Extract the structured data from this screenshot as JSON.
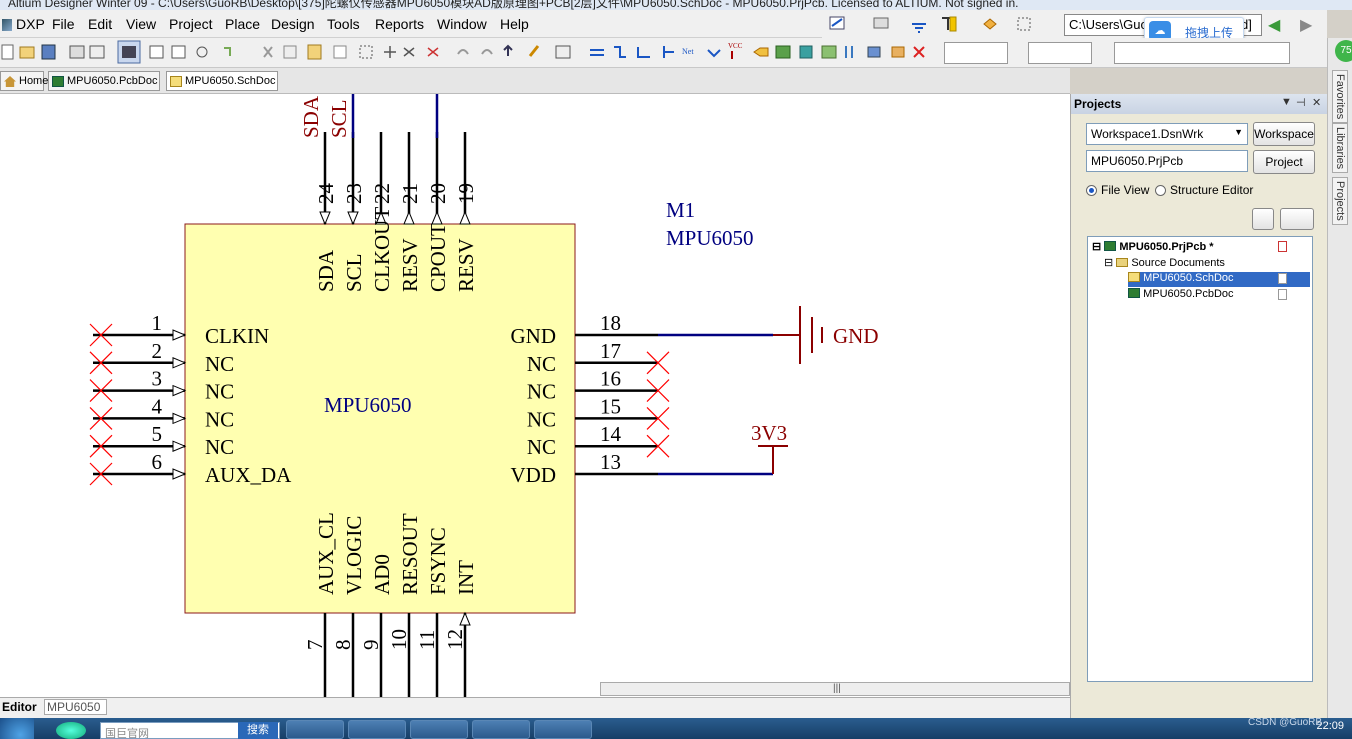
{
  "window": {
    "title": "Altium Designer Winter 09 - C:\\Users\\GuoRB\\Desktop\\[375]陀螺仪传感器MPU6050模块AD版原理图+PCB[2层]文件\\MPU6050.SchDoc - MPU6050.PrjPcb. Licensed to ALTIUM. Not signed in."
  },
  "menu": {
    "items": [
      "DXP",
      "File",
      "Edit",
      "View",
      "Project",
      "Place",
      "Design",
      "Tools",
      "Reports",
      "Window",
      "Help"
    ]
  },
  "nav": {
    "path": "C:\\Users\\Guo",
    "upload_label": "拖拽上传",
    "path_suffix": "d]"
  },
  "doc_tabs": [
    "Home",
    "MPU6050.PcbDoc",
    "MPU6050.SchDoc"
  ],
  "schematic": {
    "designator": "M1",
    "comment": "MPU6050",
    "body_label": "MPU6050",
    "top_pins": [
      {
        "num": "24",
        "name": "SDA"
      },
      {
        "num": "23",
        "name": "SCL"
      },
      {
        "num": "22",
        "name": "CLKOUT"
      },
      {
        "num": "21",
        "name": "RESV"
      },
      {
        "num": "20",
        "name": "CPOUT"
      },
      {
        "num": "19",
        "name": "RESV"
      }
    ],
    "left_pins": [
      {
        "num": "1",
        "name": "CLKIN"
      },
      {
        "num": "2",
        "name": "NC"
      },
      {
        "num": "3",
        "name": "NC"
      },
      {
        "num": "4",
        "name": "NC"
      },
      {
        "num": "5",
        "name": "NC"
      },
      {
        "num": "6",
        "name": "AUX_DA"
      }
    ],
    "right_pins": [
      {
        "num": "18",
        "name": "GND"
      },
      {
        "num": "17",
        "name": "NC"
      },
      {
        "num": "16",
        "name": "NC"
      },
      {
        "num": "15",
        "name": "NC"
      },
      {
        "num": "14",
        "name": "NC"
      },
      {
        "num": "13",
        "name": "VDD"
      }
    ],
    "bottom_pins": [
      {
        "num": "7",
        "name": "AUX_CL"
      },
      {
        "num": "8",
        "name": "VLOGIC"
      },
      {
        "num": "9",
        "name": "AD0"
      },
      {
        "num": "10",
        "name": "RESOUT"
      },
      {
        "num": "11",
        "name": "FSYNC"
      },
      {
        "num": "12",
        "name": "INT"
      }
    ],
    "net_labels": {
      "sda": "SDA",
      "scl": "SCL"
    },
    "power": {
      "gnd": "GND",
      "vcc": "3V3"
    }
  },
  "bottom_tabs": [
    "Editor",
    "MPU6050"
  ],
  "panel": {
    "title": "Projects",
    "workspace": "Workspace1.DsnWrk",
    "workspace_btn": "Workspace",
    "project": "MPU6050.PrjPcb",
    "project_btn": "Project",
    "view_file": "File View",
    "view_structure": "Structure Editor",
    "tree": {
      "project": "MPU6050.PrjPcb *",
      "folder": "Source Documents",
      "docs": [
        "MPU6050.SchDoc",
        "MPU6050.PcbDoc"
      ]
    }
  },
  "side_tabs": [
    "Favorites",
    "Libraries",
    "Projects"
  ],
  "badge": "75",
  "taskbar": {
    "search_placeholder": "国巨官网",
    "search_btn": "搜索",
    "clock": "22:09",
    "watermark": "CSDN @GuoRB"
  },
  "colors": {
    "body_fill": "#FFFFB0",
    "body_stroke": "#8B1A1A",
    "wire": "#000080",
    "label_blue": "#000080",
    "power_red": "#8B0000",
    "cross": "#FF0000"
  }
}
